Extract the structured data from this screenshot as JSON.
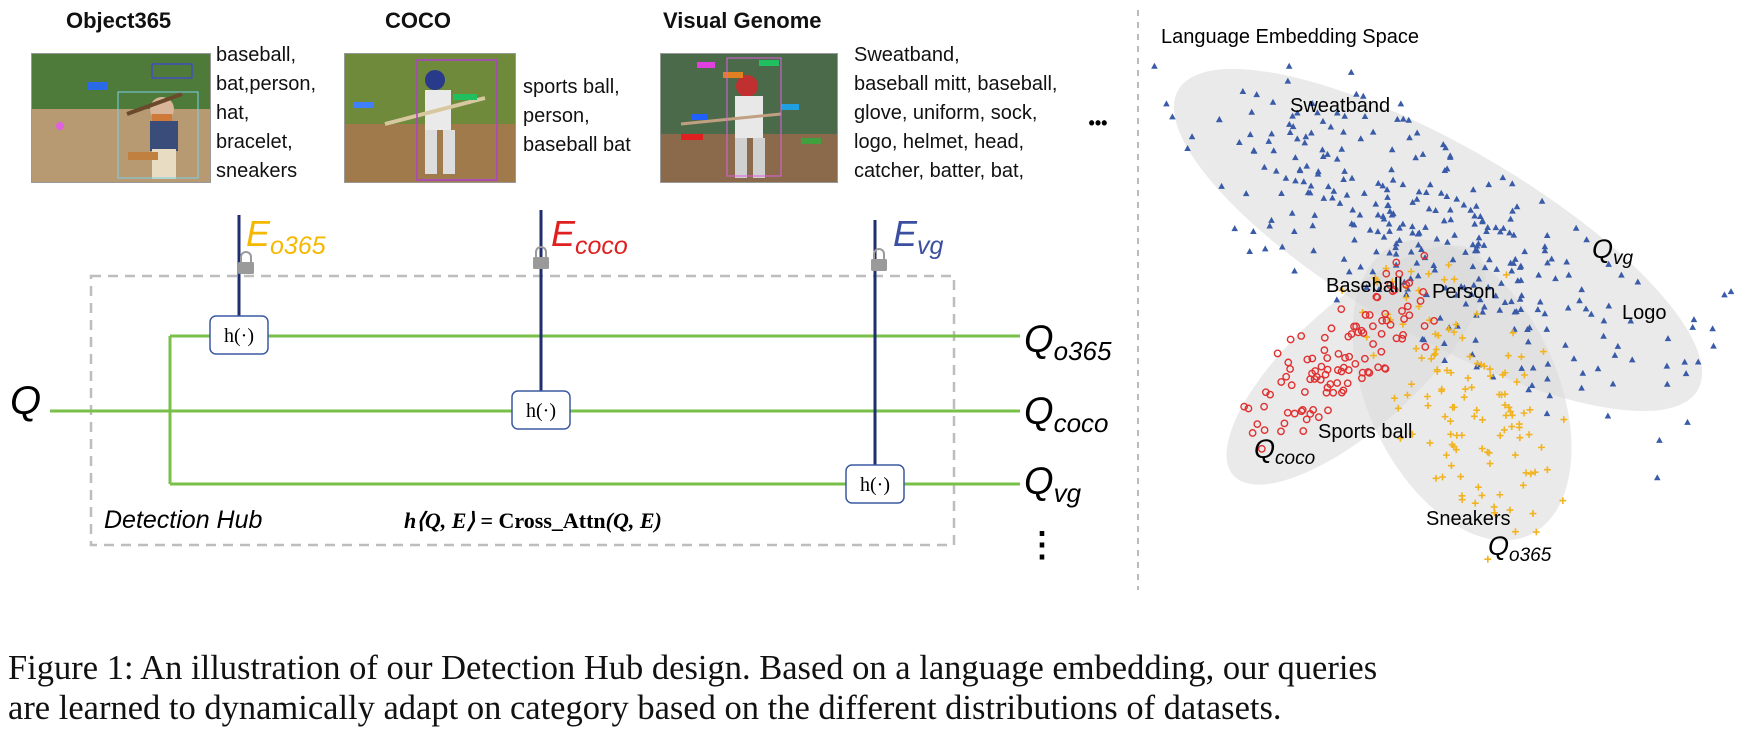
{
  "datasets": [
    {
      "title": "Object365",
      "categories": [
        "baseball,",
        "bat,person,",
        "hat,",
        "bracelet,",
        "sneakers"
      ]
    },
    {
      "title": "COCO",
      "categories": [
        "sports ball,",
        "person,",
        "baseball bat"
      ]
    },
    {
      "title": "Visual Genome",
      "categories": [
        "Sweatband,",
        "baseball mitt, baseball,",
        "glove, uniform, sock,",
        "logo, helmet, head,",
        "catcher, batter, bat,"
      ]
    }
  ],
  "ellipsis_h": "•••",
  "ellipsis_v": "⋮",
  "embeddings": [
    {
      "base": "E",
      "sub": "o365",
      "color": "#F5B800"
    },
    {
      "base": "E",
      "sub": "coco",
      "color": "#E02020"
    },
    {
      "base": "E",
      "sub": "vg",
      "color": "#3A4FA0"
    }
  ],
  "query_input": "Q",
  "queries_out": [
    {
      "base": "Q",
      "sub": "o365"
    },
    {
      "base": "Q",
      "sub": "coco"
    },
    {
      "base": "Q",
      "sub": "vg"
    }
  ],
  "h_label": "h(·)",
  "hub_label": "Detection Hub",
  "formula": {
    "lhs": "h⟨Q, E⟩",
    "eq": " = ",
    "rhs_fn": "Cross_Attn",
    "rhs_args": "(Q, E)"
  },
  "embed_space": {
    "title": "Language Embedding Space",
    "labels": [
      "Sweatband",
      "Baseball",
      "Person",
      "Logo",
      "Sports ball",
      "Sneakers"
    ],
    "queries": [
      {
        "base": "Q",
        "sub": "vg"
      },
      {
        "base": "Q",
        "sub": "coco"
      },
      {
        "base": "Q",
        "sub": "o365"
      }
    ],
    "colors": {
      "vg": "#3A5BA8",
      "coco": "#E03030",
      "o365": "#F2B320",
      "line": "#78C04A"
    }
  },
  "caption": {
    "line1": "Figure 1: An illustration of our Detection Hub design. Based on a language embedding, our queries",
    "line2": "are learned to dynamically adapt on category based on the different distributions of datasets."
  }
}
